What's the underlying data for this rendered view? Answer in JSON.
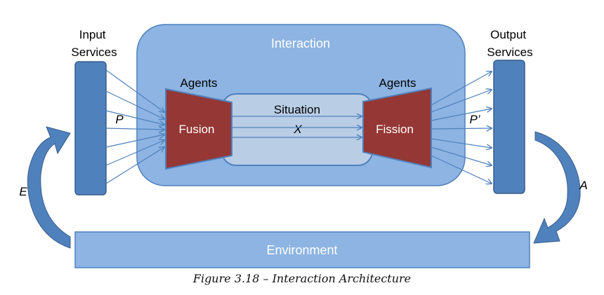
{
  "labels": {
    "interaction": "Interaction",
    "input_services": [
      "Input",
      "Services"
    ],
    "output_services": [
      "Output",
      "Services"
    ],
    "agents_left": "Agents",
    "agents_right": "Agents",
    "fusion": "Fusion",
    "fission": "Fission",
    "situation": "Situation",
    "x": "X",
    "p": "P",
    "p_prime": "P’",
    "e": "E",
    "a": "A",
    "environment": "Environment"
  },
  "caption": "Figure 3.18 – Interaction Architecture",
  "colors": {
    "interaction_fill": "#8DB4E2",
    "service_fill": "#4F81BD",
    "situation_fill": "#B9CDE5",
    "agent_fill": "#953735",
    "environment_fill": "#8DB4E2",
    "arrow": "#4F81BD",
    "curved_arrow": "#4F81BD"
  }
}
